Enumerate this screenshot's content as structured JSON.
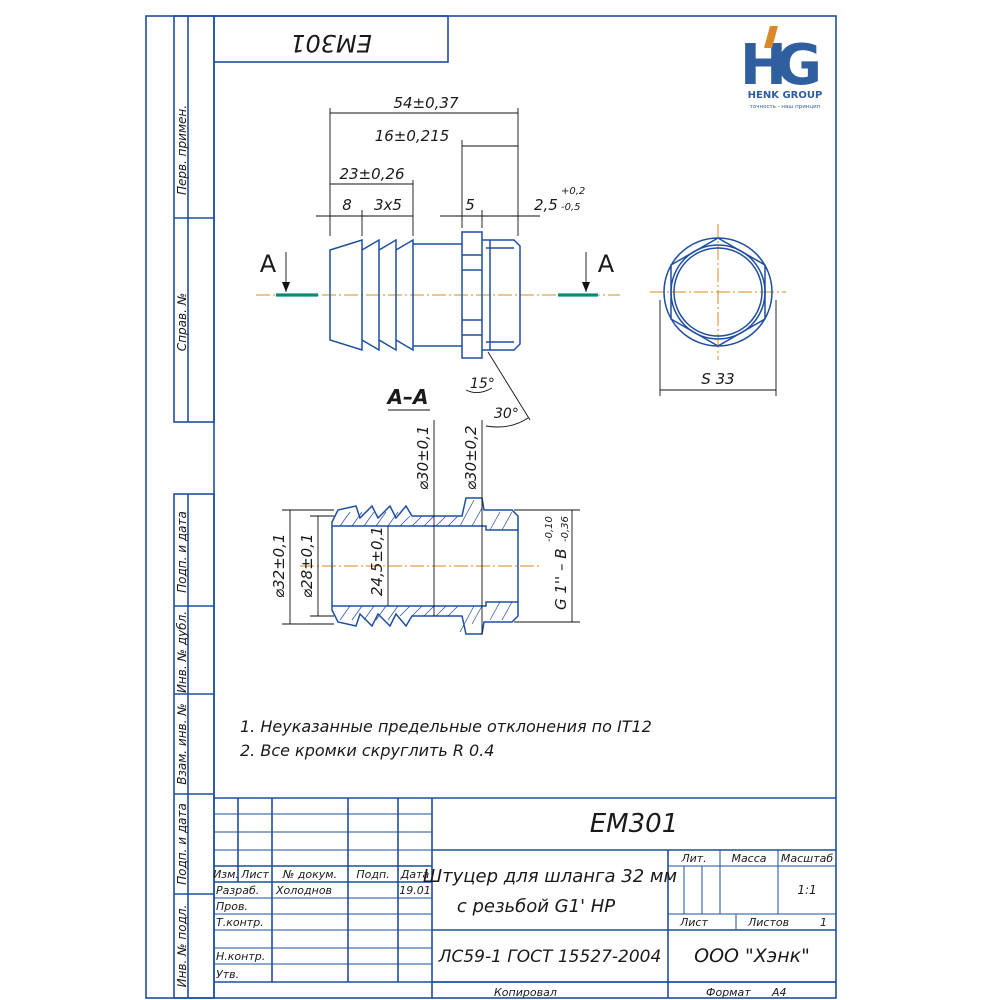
{
  "drawing": {
    "code": "EM301",
    "code_mirrored": "EM301",
    "logo": {
      "monogram_h": "H",
      "monogram_g": "G",
      "company": "HENK GROUP",
      "tagline": "точность - наш принцип",
      "color_blue": "#2f5f9e",
      "color_orange": "#d9882a"
    },
    "side_labels": [
      "Перв. примен.",
      "Справ. №",
      "Подп. и дата",
      "Инв. № дубл.",
      "Взам. инв. №",
      "Подп. и дата",
      "Инв. № подл."
    ],
    "dimensions": {
      "overall_length": "54±0,37",
      "length_16": "16±0,215",
      "length_23": "23±0,26",
      "len_8": "8",
      "len_3x5": "3x5",
      "len_5": "5",
      "chamfer_base": "2,5",
      "chamfer_upper": "+0,2",
      "chamfer_lower": "-0,5",
      "angle_15": "15°",
      "angle_30": "30°",
      "d30a": "⌀30±0,1",
      "d30b": "⌀30±0,2",
      "d32": "⌀32±0,1",
      "d28": "⌀28±0,1",
      "d245": "24,5±0,1",
      "thread_base": "G 1'' – B",
      "thread_upper": "-0,10",
      "thread_lower": "-0,36",
      "hex": "S 33"
    },
    "section_marker": "A",
    "section_title": "A–A",
    "notes": [
      "1. Неуказанные предельные отклонения по IT12",
      "2. Все кромки скруглить R 0.4"
    ]
  },
  "title_block": {
    "designation": "EM301",
    "col_izm": "Изм.",
    "col_list": "Лист",
    "col_doc": "№ докум.",
    "col_podp": "Подп.",
    "col_date": "Дата",
    "razrab": "Разраб.",
    "razrab_name": "Холоднов",
    "razrab_date": "19.01",
    "prov": "Пров.",
    "tkontr": "Т.контр.",
    "nkontr": "Н.контр.",
    "utv": "Утв.",
    "name_line1": "Штуцер для шланга 32 мм",
    "name_line2": "с резьбой G1' НР",
    "lit": "Лит.",
    "massa": "Масса",
    "masshtab": "Масштаб",
    "scale": "1:1",
    "sheet": "Лист",
    "sheets": "Листов",
    "sheets_count": "1",
    "material": "ЛС59-1 ГОСТ 15527-2004",
    "company": "ООО \"Хэнк\"",
    "kopiroval": "Копировал",
    "format_label": "Формат",
    "format_value": "А4"
  }
}
